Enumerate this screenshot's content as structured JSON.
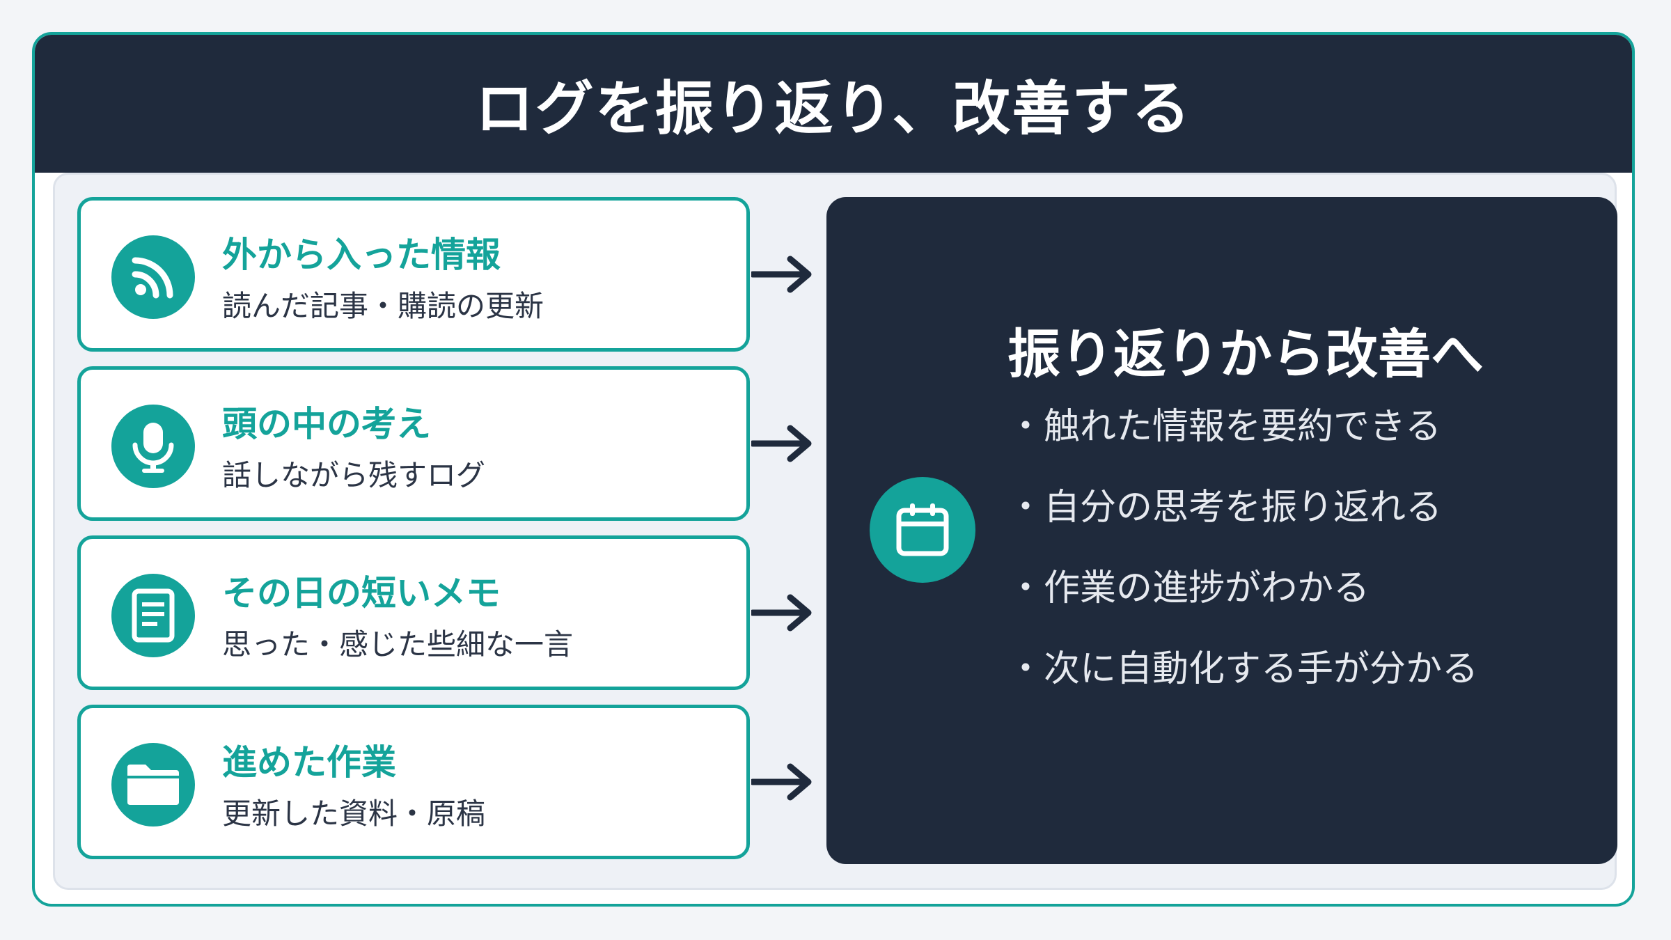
{
  "title": "ログを振り返り、改善する",
  "sources": [
    {
      "title": "外から入った情報",
      "desc": "読んだ記事・購読の更新",
      "icon": "rss-icon"
    },
    {
      "title": "頭の中の考え",
      "desc": "話しながら残すログ",
      "icon": "microphone-icon"
    },
    {
      "title": "その日の短いメモ",
      "desc": "思った・感じた些細な一言",
      "icon": "document-icon"
    },
    {
      "title": "進めた作業",
      "desc": "更新した資料・原稿",
      "icon": "folder-icon"
    }
  ],
  "summary": {
    "icon": "calendar-icon",
    "title": "振り返りから改善へ",
    "items": [
      "・触れた情報を要約できる",
      "・自分の思考を振り返れる",
      "・作業の進捗がわかる",
      "・次に自動化する手が分かる"
    ]
  },
  "colors": {
    "accent": "#14a39a",
    "dark": "#1f2a3c",
    "panel": "#eef1f6",
    "background": "#f3f5f8"
  }
}
